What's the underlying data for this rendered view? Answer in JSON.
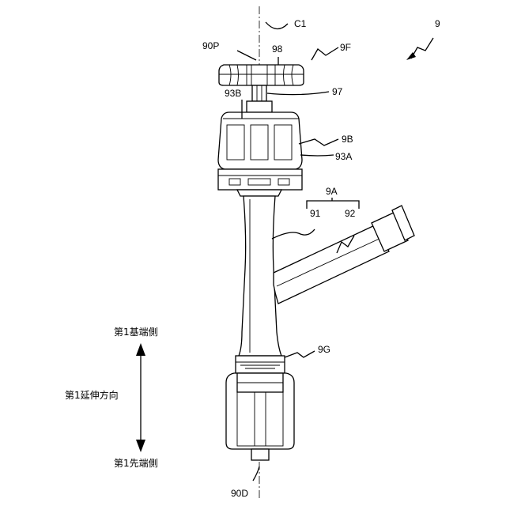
{
  "labels": {
    "device": "9",
    "axis": "C1",
    "top_end": "90P",
    "cap": "98",
    "flange": "9F",
    "shaft": "97",
    "lock_part": "93B",
    "connector": "9B",
    "lock_body": "93A",
    "branch": "9A",
    "main_tube": "91",
    "side_tube": "92",
    "joint": "9G",
    "distal_end": "90D"
  },
  "directions": {
    "proximal": "第1基端側",
    "extension": "第1延伸方向",
    "distal": "第1先端側"
  }
}
